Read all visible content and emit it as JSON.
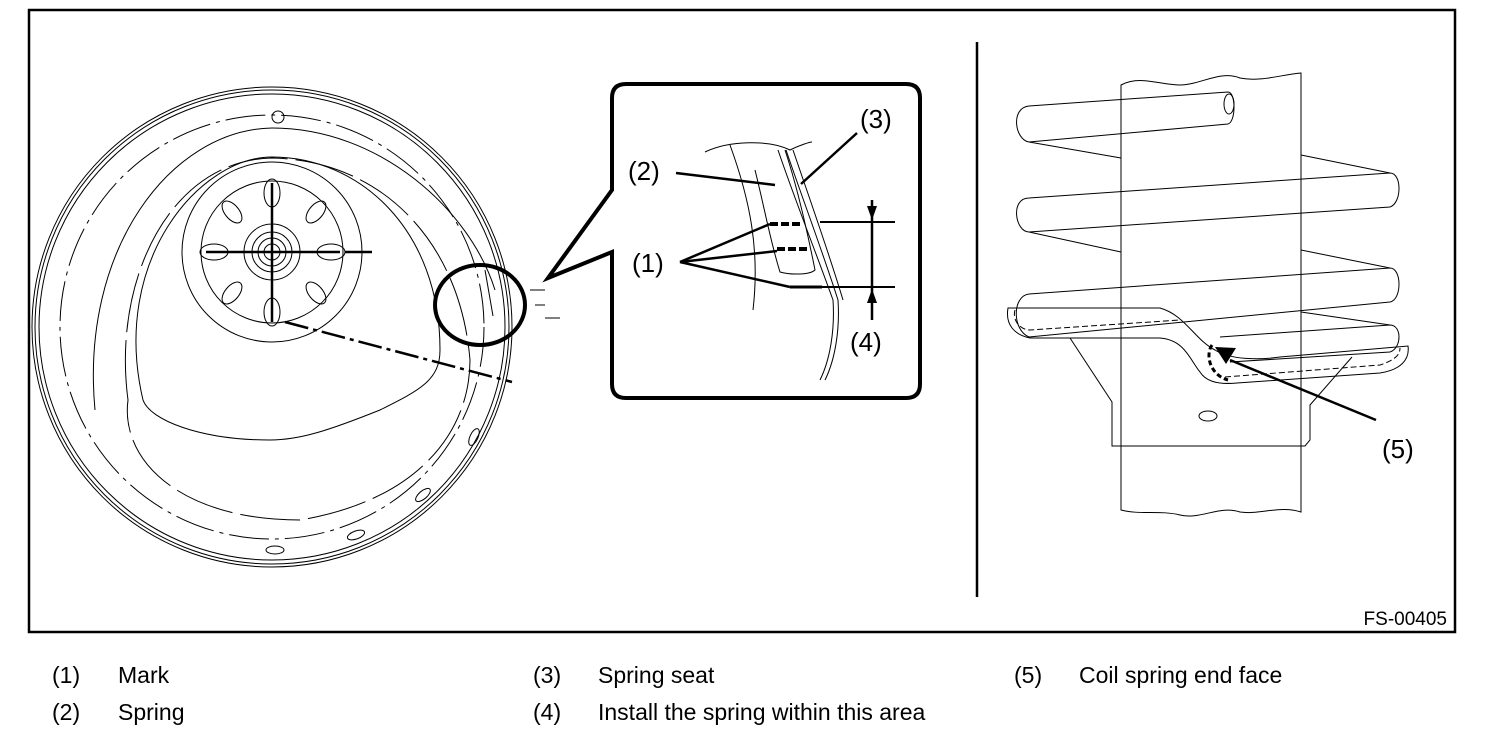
{
  "figure": {
    "code": "FS-00405",
    "callouts": {
      "c1": "(1)",
      "c2": "(2)",
      "c3": "(3)",
      "c4": "(4)",
      "c5": "(5)"
    }
  },
  "legend": [
    {
      "num": "(1)",
      "text": "Mark"
    },
    {
      "num": "(2)",
      "text": "Spring"
    },
    {
      "num": "(3)",
      "text": "Spring seat"
    },
    {
      "num": "(4)",
      "text": "Install the spring within this area"
    },
    {
      "num": "(5)",
      "text": "Coil spring end face"
    }
  ]
}
